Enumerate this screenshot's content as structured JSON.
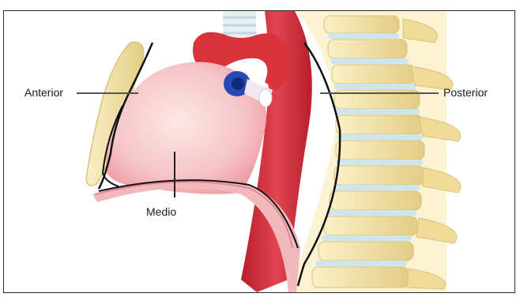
{
  "labels": {
    "anterior": "Anterior",
    "posterior": "Posterior",
    "medio": "Medio"
  },
  "colors": {
    "border": "#2b2b2b",
    "heart": "#f7c9cc",
    "aorta": "#d8323a",
    "aorta_dark": "#b81f2a",
    "vein": "#2748b5",
    "bone": "#f3e3a8",
    "bone_shade": "#d8c27a",
    "disc": "#cfe5ee",
    "pleura_line": "#111111",
    "diaphragm": "#f2b9bd"
  },
  "icons": {
    "spine": "vertebral-column",
    "sternum": "sternum-bone",
    "heart": "heart",
    "aorta": "aorta-arch",
    "trachea": "trachea"
  }
}
